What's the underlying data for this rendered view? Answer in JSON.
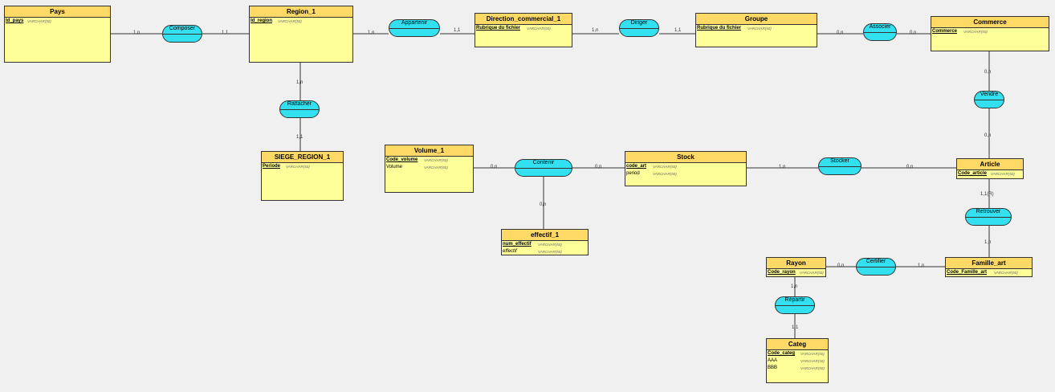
{
  "entities": {
    "pays": {
      "name": "Pays",
      "attrs": [
        {
          "name": "Id_pays",
          "type": "VARCHAR(50)"
        }
      ]
    },
    "region": {
      "name": "Region_1",
      "attrs": [
        {
          "name": "Id_region",
          "type": "VARCHAR(50)"
        }
      ]
    },
    "direction": {
      "name": "Direction_commercial_1",
      "attrs": [
        {
          "name": "Rubrique du fichier",
          "type": "VARCHAR(50)"
        }
      ]
    },
    "groupe": {
      "name": "Groupe",
      "attrs": [
        {
          "name": "Rubrique du fichier",
          "type": "VARCHAR(50)"
        }
      ]
    },
    "commerce": {
      "name": "Commerce",
      "attrs": [
        {
          "name": "Commerce",
          "type": "VARCHAR(50)"
        }
      ]
    },
    "siege": {
      "name": "SIEGE_REGION_1",
      "attrs": [
        {
          "name": "Periode",
          "type": "VARCHAR(50)"
        }
      ]
    },
    "volume": {
      "name": "Volume_1",
      "attrs": [
        {
          "name": "Code_volume",
          "type": "VARCHAR(50)"
        },
        {
          "name": "Volume",
          "type": "VARCHAR(50)"
        }
      ]
    },
    "stock": {
      "name": "Stock",
      "attrs": [
        {
          "name": "code_art",
          "type": "VARCHAR(50)"
        },
        {
          "name": "period",
          "type": "VARCHAR(50)"
        }
      ]
    },
    "effectif": {
      "name": "effectif_1",
      "attrs": [
        {
          "name": "num_effectif",
          "type": "VARCHAR(50)"
        },
        {
          "name": "effectif",
          "type": "VARCHAR(50)"
        }
      ]
    },
    "article": {
      "name": "Article",
      "attrs": [
        {
          "name": "Code_article",
          "type": "VARCHAR(50)"
        }
      ]
    },
    "rayon": {
      "name": "Rayon",
      "attrs": [
        {
          "name": "Code_rayon",
          "type": "VARCHAR(50)"
        }
      ]
    },
    "famille": {
      "name": "Famille_art",
      "attrs": [
        {
          "name": "Code_Famille_art",
          "type": "VARCHAR(50)"
        }
      ]
    },
    "categ": {
      "name": "Categ",
      "attrs": [
        {
          "name": "Code_categ",
          "type": "VARCHAR(50)"
        },
        {
          "name": "AAA",
          "type": "VARCHAR(50)"
        },
        {
          "name": "BBB",
          "type": "VARCHAR(50)"
        }
      ]
    }
  },
  "relations": {
    "composer": "Composer",
    "appartenir": "Appartenir",
    "diriger": "Diriger",
    "associer": "Associer",
    "rattacher": "Rattacher",
    "vendre": "Vendre",
    "contenir": "Contenir",
    "stocker": "Stocker",
    "retrouver": "Retrouver",
    "certifier": "Certifier",
    "repartir": "Répartir"
  },
  "cardinalities": {
    "pays_composer": "1,n",
    "region_composer": "1,1",
    "region_appartenir": "1,n",
    "direction_appartenir": "1,1",
    "direction_diriger": "1,n",
    "groupe_diriger": "1,1",
    "groupe_associer": "0,n",
    "commerce_associer": "0,n",
    "region_rattacher": "1,n",
    "siege_rattacher": "1,1",
    "commerce_vendre": "0,n",
    "article_vendre": "0,n",
    "volume_contenir": "0,n",
    "stock_contenir": "0,n",
    "effectif_contenir": "0,n",
    "stock_stocker": "1,n",
    "article_stocker": "0,n",
    "article_retrouver": "1,1(R)",
    "famille_retrouver": "1,n",
    "rayon_certifier": "0,n",
    "famille_certifier": "1,n",
    "rayon_repartir": "1,n",
    "categ_repartir": "1,1"
  }
}
